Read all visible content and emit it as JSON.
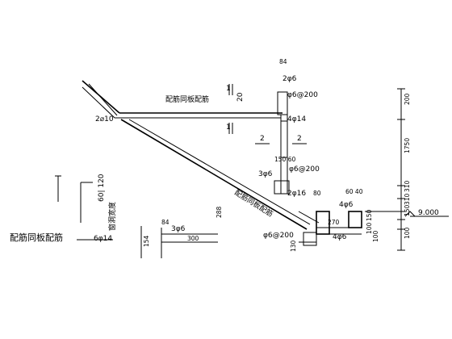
{
  "labels": {
    "top_slab_rebar": "配筋同板配筋",
    "stair_slab_rebar": "配筋同板配筋",
    "left_slab_rebar": "配筋同板配筋",
    "section_1_top": "1",
    "section_1_bottom": "1",
    "section_2_left": "2",
    "section_2_right": "2",
    "r_2phi10": "2⌀10",
    "r_2phi6_top": "2φ6",
    "r_phi6_200_top": "φ6@200",
    "r_4phi14_top": "4φ14",
    "r_3phi6_mid": "3φ6",
    "r_phi6_200_mid": "φ6@200",
    "r_2phi16": "2φ16",
    "r_4phi6_right": "4φ6",
    "r_phi6_200_low": "φ6@200",
    "r_4phi6_low": "4φ6",
    "r_3phi6_detail": "3φ6",
    "r_6phi14": "6φ14",
    "window_width": "窗洞宽度",
    "dim_84_top": "84",
    "dim_20": "20",
    "dim_150_60": "150 60",
    "dim_80": "80",
    "dim_60_40": "60 40",
    "dim_288": "288",
    "dim_270": "270",
    "dim_150b": "150",
    "dim_100a": "100",
    "dim_100b": "100",
    "dim_130": "130",
    "dim_60_120": "60| 120",
    "dim_84_detail": "84",
    "dim_300_detail": "300",
    "dim_154": "154",
    "dim_right_200": "200",
    "dim_right_1750": "1750",
    "dim_right_310a": "310",
    "dim_right_310b": "310",
    "dim_right_150": "150",
    "dim_right_100": "100",
    "elevation": "9.000"
  }
}
